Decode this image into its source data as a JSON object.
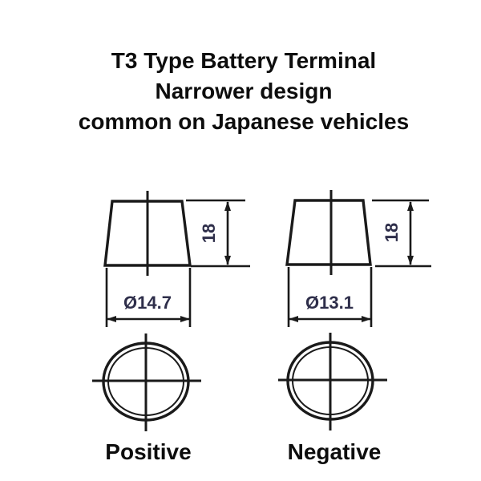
{
  "title": {
    "line1": "T3 Type Battery Terminal",
    "line2": "Narrower design",
    "line3": "common on Japanese vehicles"
  },
  "terminals": [
    {
      "id": "positive",
      "label": "Positive",
      "height_dim": "18",
      "diameter_dim": "Ø14.7"
    },
    {
      "id": "negative",
      "label": "Negative",
      "height_dim": "18",
      "diameter_dim": "Ø13.1"
    }
  ],
  "colors": {
    "background": "#ffffff",
    "line": "#1a1a1a",
    "heading_text": "#0d0d0d",
    "dimension_text": "#2e2e4a"
  }
}
